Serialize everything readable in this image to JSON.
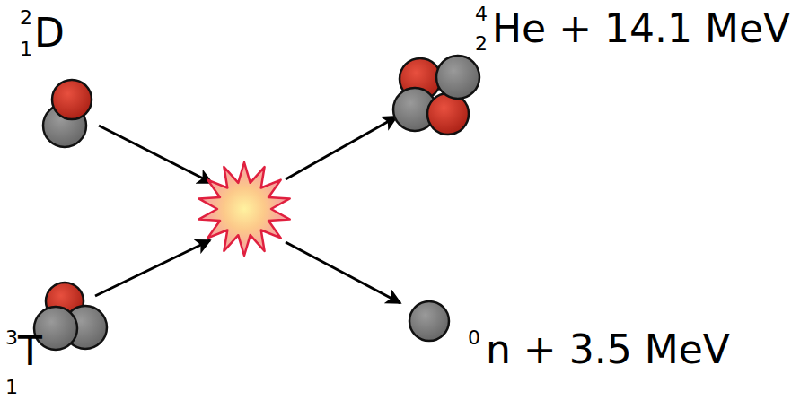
{
  "diagram": {
    "labels": [
      "2",
      "1",
      "D",
      "3",
      "1",
      "T",
      "4",
      "2",
      "He + 14.1 MeV",
      "0",
      "n + 3.5 MeV"
    ]
  }
}
